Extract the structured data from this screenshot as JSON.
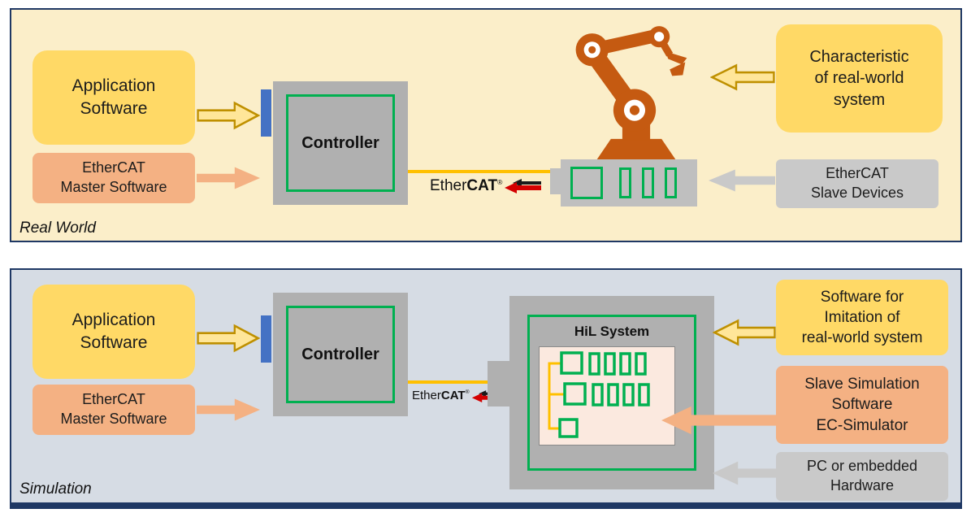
{
  "real_world": {
    "panel_label": "Real World",
    "application_software": "Application\nSoftware",
    "ethercat_master": "EtherCAT\nMaster Software",
    "controller": "Controller",
    "ethercat_logo": {
      "prefix": "Ether",
      "bold": "CAT",
      "mark": "®"
    },
    "characteristic": "Characteristic\nof real-world\nsystem",
    "slave_devices": "EtherCAT\nSlave Devices"
  },
  "simulation": {
    "panel_label": "Simulation",
    "application_software": "Application\nSoftware",
    "ethercat_master": "EtherCAT\nMaster Software",
    "controller": "Controller",
    "ethercat_logo": {
      "prefix": "Ether",
      "bold": "CAT",
      "mark": "®"
    },
    "hil_system": "HiL System",
    "imitation_software": "Software for\nImitation of\nreal-world system",
    "slave_simulation": "Slave Simulation\nSoftware\nEC-Simulator",
    "pc_hardware": "PC or embedded\nHardware"
  },
  "colors": {
    "panel_border": "#1f3864",
    "real_world_bg": "#fbeec9",
    "simulation_bg": "#d6dce4",
    "yellow_box": "#ffd966",
    "salmon_box": "#f4b183",
    "gray_box": "#c9c9c9",
    "controller_gray": "#b0b0b0",
    "green_accent": "#00b050",
    "blue_connector": "#4472c4",
    "robot_orange": "#c55a11",
    "cable_yellow": "#ffc000",
    "ethercat_red": "#d40000"
  }
}
